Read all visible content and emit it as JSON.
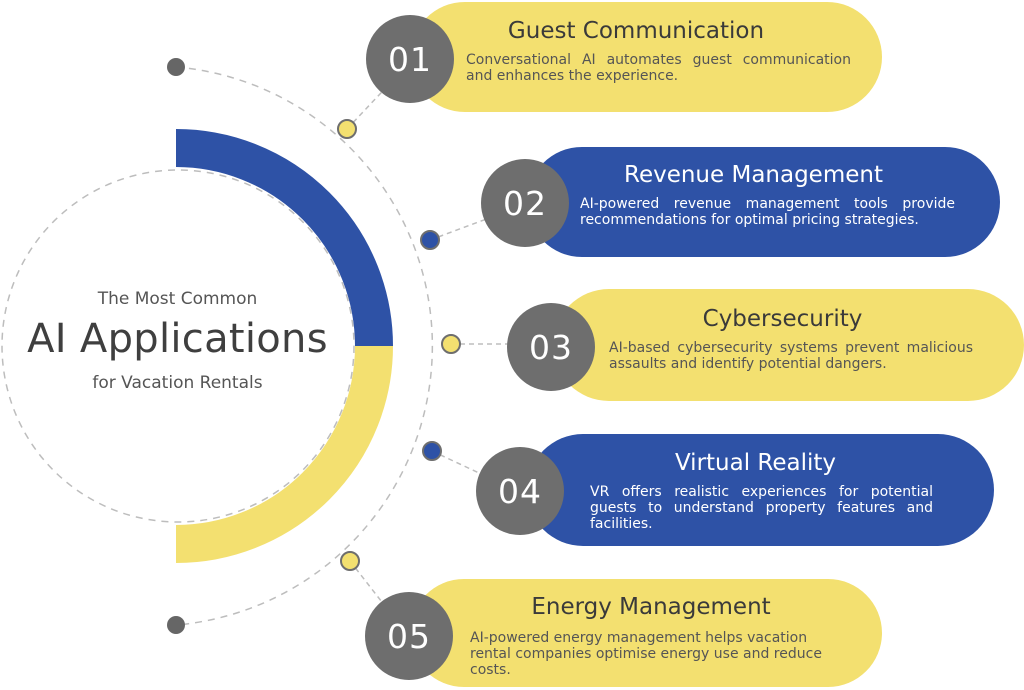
{
  "hub": {
    "subtitle_top": "The Most Common",
    "title": "AI Applications",
    "subtitle_bottom": "for Vacation Rentals"
  },
  "colors": {
    "yellow": "#f3e070",
    "blue": "#2e52a6",
    "gray": "#6e6e6e",
    "dot_gray": "#666666",
    "dash": "#bdbdbd"
  },
  "items": [
    {
      "number": "01",
      "title": "Guest Communication",
      "description": "Conversational AI automates guest communication and enhances the experience.",
      "color": "yellow"
    },
    {
      "number": "02",
      "title": "Revenue Management",
      "description": "AI-powered revenue management tools provide recommendations for optimal pricing strategies.",
      "color": "blue"
    },
    {
      "number": "03",
      "title": "Cybersecurity",
      "description": "AI-based cybersecurity systems prevent malicious assaults and identify potential dangers.",
      "color": "yellow"
    },
    {
      "number": "04",
      "title": "Virtual Reality",
      "description": "VR offers realistic experiences for potential guests to understand property features and facilities.",
      "color": "blue"
    },
    {
      "number": "05",
      "title": "Energy Management",
      "description": "AI-powered energy management helps vacation rental companies optimise energy use and reduce costs.",
      "color": "yellow"
    }
  ]
}
